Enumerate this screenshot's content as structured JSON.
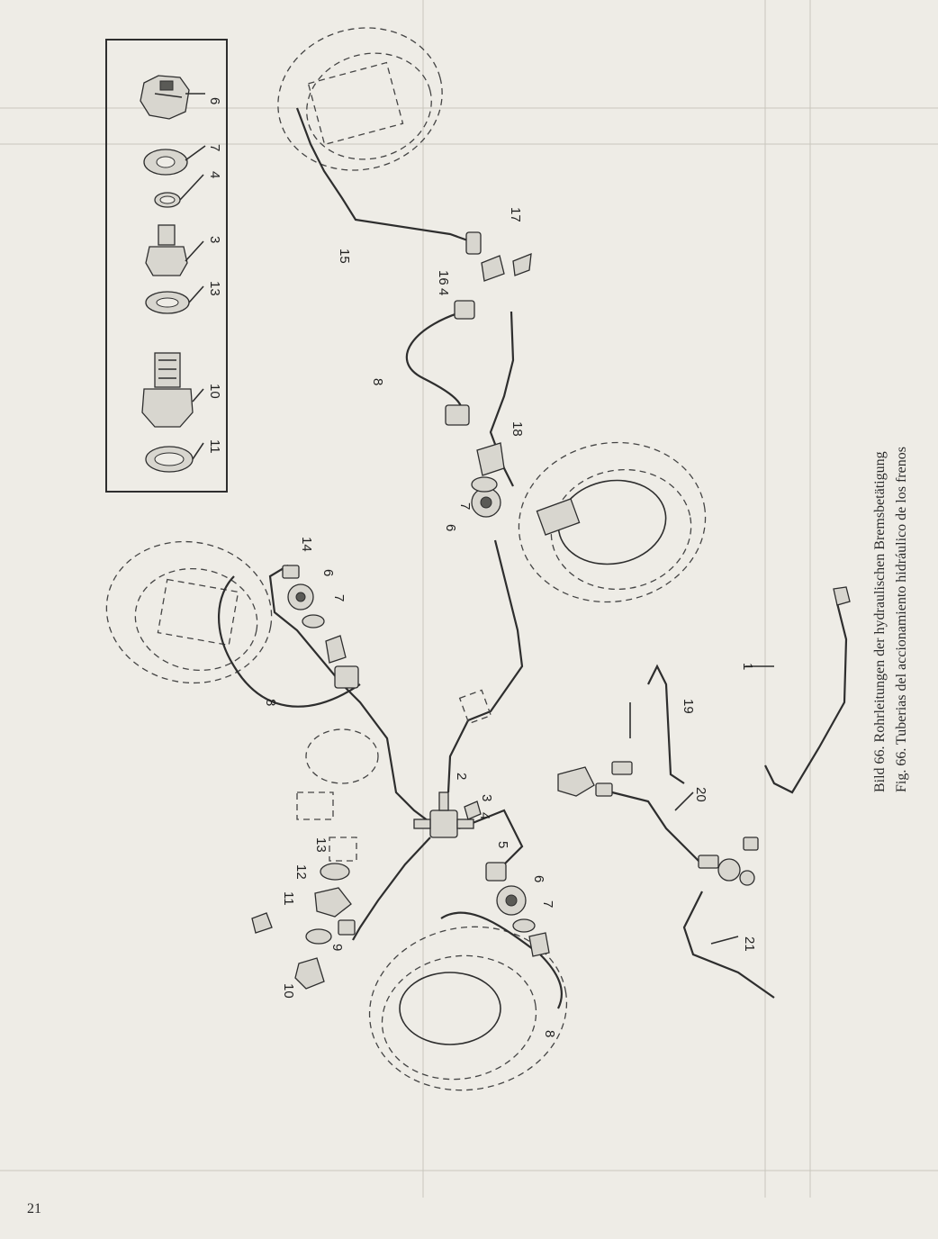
{
  "caption": {
    "line_de": "Bild 66. Rohrleitungen der hydraulischen Bremsbetätigung",
    "line_es": "Fig. 66. Tuberias del accionamiento hidráulico de los frenos"
  },
  "page_number": "21",
  "inset_labels": [
    "6",
    "7",
    "4",
    "3",
    "13",
    "10",
    "11"
  ],
  "callouts": {
    "n15": "15",
    "n16": "16",
    "n4a": "4",
    "n17": "17",
    "n8a": "8",
    "n18": "18",
    "n7a": "7",
    "n6a": "6",
    "n14": "14",
    "n6b": "6",
    "n7b": "7",
    "n8b": "8",
    "n19": "19",
    "n1": "1",
    "n2": "2",
    "n3": "3",
    "n4b": "4",
    "n20": "20",
    "n5": "5",
    "n6c": "6",
    "n7c": "7",
    "n13": "13",
    "n12": "12",
    "n11": "11",
    "n9": "9",
    "n10": "10",
    "n8c": "8",
    "n21": "21"
  }
}
